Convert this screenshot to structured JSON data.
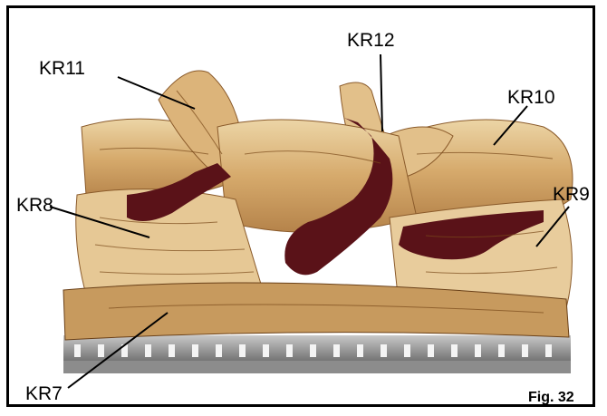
{
  "figure": {
    "caption": "Fig. 32"
  },
  "labels": {
    "kr7": "KR7",
    "kr8": "KR8",
    "kr9": "KR9",
    "kr10": "KR10",
    "kr11": "KR11",
    "kr12": "KR12"
  },
  "colors": {
    "log_wood": "#d9b27a",
    "log_light": "#f0dcb0",
    "log_dark": "#8a5a2a",
    "ember_glow": "#5a1218",
    "grate": "#9a9a9a",
    "frame": "#000000"
  }
}
